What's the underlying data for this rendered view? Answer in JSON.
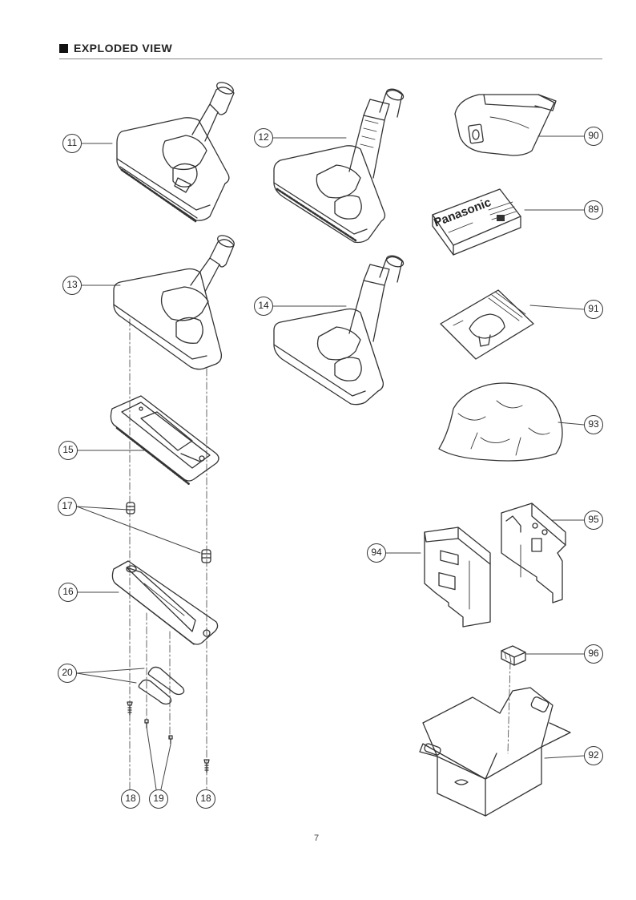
{
  "header": {
    "title": "EXPLODED VIEW"
  },
  "callouts": {
    "c11": "11",
    "c12": "12",
    "c13": "13",
    "c14": "14",
    "c15": "15",
    "c16": "16",
    "c17": "17",
    "c18a": "18",
    "c18b": "18",
    "c19": "19",
    "c20": "20",
    "c89": "89",
    "c90": "90",
    "c91": "91",
    "c92": "92",
    "c93": "93",
    "c94": "94",
    "c95": "95",
    "c96": "96"
  },
  "box_brand_text": "Panasonic",
  "page_number": "7"
}
